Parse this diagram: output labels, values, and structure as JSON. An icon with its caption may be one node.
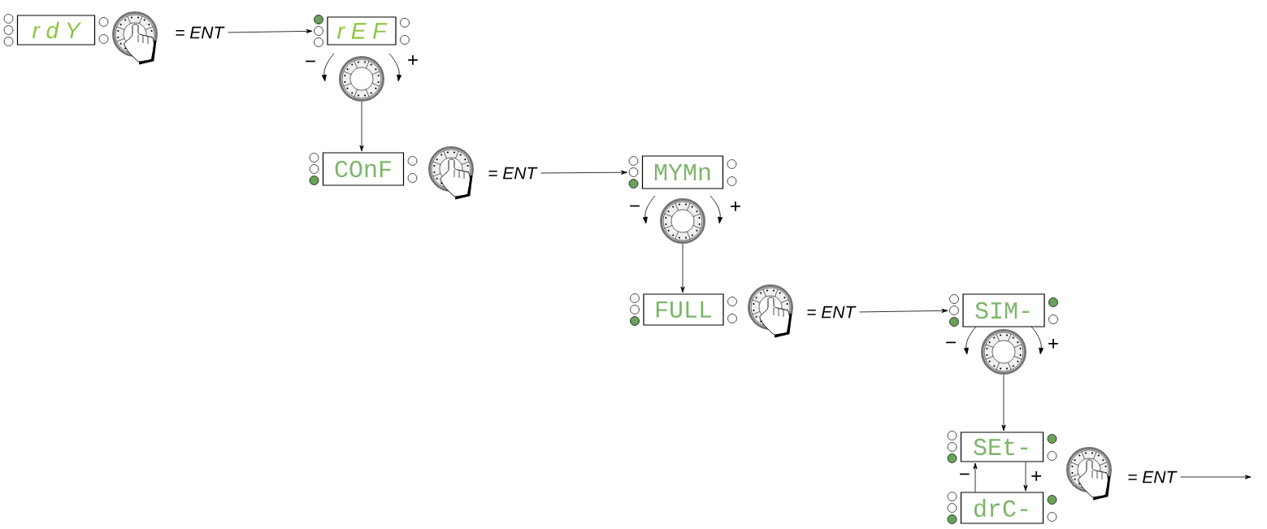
{
  "diagram": {
    "nodes": [
      {
        "text": [
          "r d Y"
        ]
      },
      {
        "text": [
          "= ENT"
        ]
      },
      {
        "text": [
          "r E F"
        ]
      },
      {
        "text": [],
        "shape": "picture"
      },
      {
        "text": [
          "COnF"
        ]
      },
      {
        "text": [
          "= ENT"
        ]
      },
      {
        "text": [
          "MYMn"
        ]
      },
      {
        "text": [],
        "shape": "picture"
      },
      {
        "text": [
          "FULL"
        ]
      },
      {
        "text": [
          "= ENT"
        ]
      },
      {
        "text": [
          "SIM-"
        ]
      },
      {
        "text": [],
        "shape": "picture"
      },
      {
        "text": [
          "SEt-"
        ]
      },
      {
        "text": [
          "drC-"
        ]
      },
      {
        "text": [
          "= ENT"
        ]
      }
    ],
    "edges": [
      {
        "from": 1,
        "to": 2,
        "arrow": "to"
      },
      {
        "from": 3,
        "to": 4,
        "arrow": "to"
      },
      {
        "from": 5,
        "to": 6,
        "arrow": "to"
      },
      {
        "from": 7,
        "to": 8,
        "arrow": "to"
      },
      {
        "from": 9,
        "to": 10,
        "arrow": "to"
      },
      {
        "from": 11,
        "to": 12,
        "arrow": "to"
      },
      {
        "from": 13,
        "to": 12,
        "arrow": "to",
        "label": "−"
      },
      {
        "from": 12,
        "to": 13,
        "arrow": "to",
        "label": "+"
      },
      {
        "from": 14,
        "to": null,
        "arrow": "to"
      }
    ],
    "labels": [
      "−",
      "+",
      "−",
      "+",
      "−",
      "+"
    ]
  }
}
